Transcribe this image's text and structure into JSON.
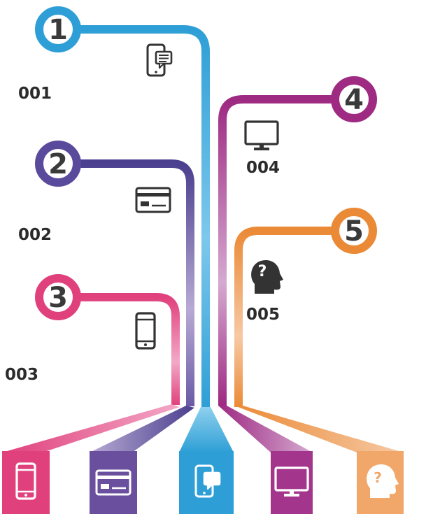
{
  "colors": {
    "blue": "#2e9fd6",
    "blue_light": "#8fd0ee",
    "purple": "#4b3f8f",
    "purple_light": "#b7aad3",
    "pink": "#e0417c",
    "pink_light": "#f3a8c7",
    "magenta": "#9e2a82",
    "magenta_light": "#d5a9d0",
    "orange": "#eb8a36",
    "orange_light": "#f6c9a4",
    "icon_dark": "#333333"
  },
  "steps": [
    {
      "number": "1",
      "label": "001",
      "icon": "message-phone-icon",
      "color": "blue"
    },
    {
      "number": "2",
      "label": "002",
      "icon": "card-reader-icon",
      "color": "purple"
    },
    {
      "number": "3",
      "label": "003",
      "icon": "smartphone-icon",
      "color": "pink"
    },
    {
      "number": "4",
      "label": "004",
      "icon": "monitor-icon",
      "color": "magenta"
    },
    {
      "number": "5",
      "label": "005",
      "icon": "head-question-icon",
      "color": "orange"
    }
  ],
  "head_question_mark": "?",
  "bottom_tiles": [
    {
      "icon": "smartphone-icon",
      "color": "pink"
    },
    {
      "icon": "card-reader-icon",
      "color": "purple"
    },
    {
      "icon": "message-phone-icon",
      "color": "blue"
    },
    {
      "icon": "monitor-icon",
      "color": "magenta"
    },
    {
      "icon": "head-question-icon",
      "color": "orange"
    }
  ]
}
